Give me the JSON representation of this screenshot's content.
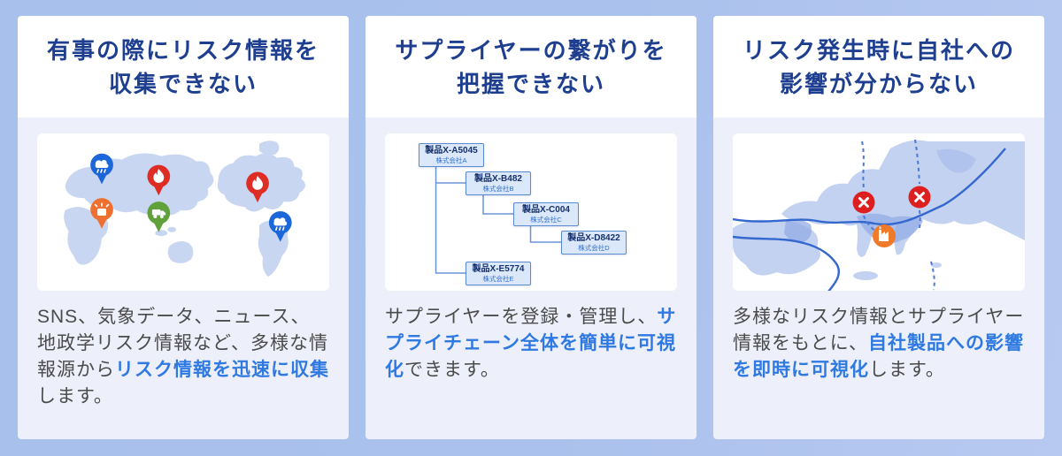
{
  "colors": {
    "page_background": "#aac1ed",
    "card_title_background": "#ffffff",
    "card_body_background": "#edeffa",
    "title_text": "#1e3f8f",
    "body_text": "#4b4b4b",
    "highlight_text": "#2e79e2",
    "map_land": "#c9d6f1",
    "tree_node_fill": "#dbe8fa",
    "tree_node_border": "#5b8ad0"
  },
  "cards": [
    {
      "title_lines": [
        "有事の際にリスク情報を",
        "収集できない"
      ],
      "description": {
        "pre": "SNS、気象データ、ニュース、地政学リスク情報など、多様な情報源から",
        "highlight": "リスク情報を迅速に収集",
        "post": "します。"
      },
      "illustration": {
        "name": "world-risk-map",
        "pins": [
          {
            "icon": "storm-pin-icon",
            "color": "#1b66d9"
          },
          {
            "icon": "fire-pin-icon",
            "color": "#dd2d25"
          },
          {
            "icon": "explosion-pin-icon",
            "color": "#ee7030"
          },
          {
            "icon": "accident-pin-icon",
            "color": "#61a13a"
          },
          {
            "icon": "fire-pin-icon",
            "color": "#dd2d25"
          },
          {
            "icon": "storm-pin-icon",
            "color": "#1b66d9"
          }
        ]
      }
    },
    {
      "title_lines": [
        "サプライヤーの繋がりを",
        "把握できない"
      ],
      "description": {
        "pre": "サプライヤーを登録・管理し、",
        "highlight": "サプライチェーン全体を簡単に可視化",
        "post": "できます。"
      },
      "tree_nodes": [
        {
          "product": "製品X-A5045",
          "company": "株式会社A"
        },
        {
          "product": "製品X-B482",
          "company": "株式会社B"
        },
        {
          "product": "製品X-C004",
          "company": "株式会社C"
        },
        {
          "product": "製品X-D8422",
          "company": "株式会社D"
        },
        {
          "product": "製品X-E5774",
          "company": "株式会社E"
        }
      ]
    },
    {
      "title_lines": [
        "リスク発生時に自社への",
        "影響が分からない"
      ],
      "description": {
        "pre": "多様なリスク情報とサプライヤー情報をもとに、",
        "highlight": "自社製品への影響を即時に可視化",
        "post": "します。"
      },
      "illustration": {
        "name": "japan-impact-map",
        "markers": [
          {
            "icon": "x-circle-icon",
            "color": "#dd1f1f"
          },
          {
            "icon": "x-circle-icon",
            "color": "#dd1f1f"
          },
          {
            "icon": "factory-circle-icon",
            "color": "#ee7a2a"
          }
        ]
      }
    }
  ]
}
